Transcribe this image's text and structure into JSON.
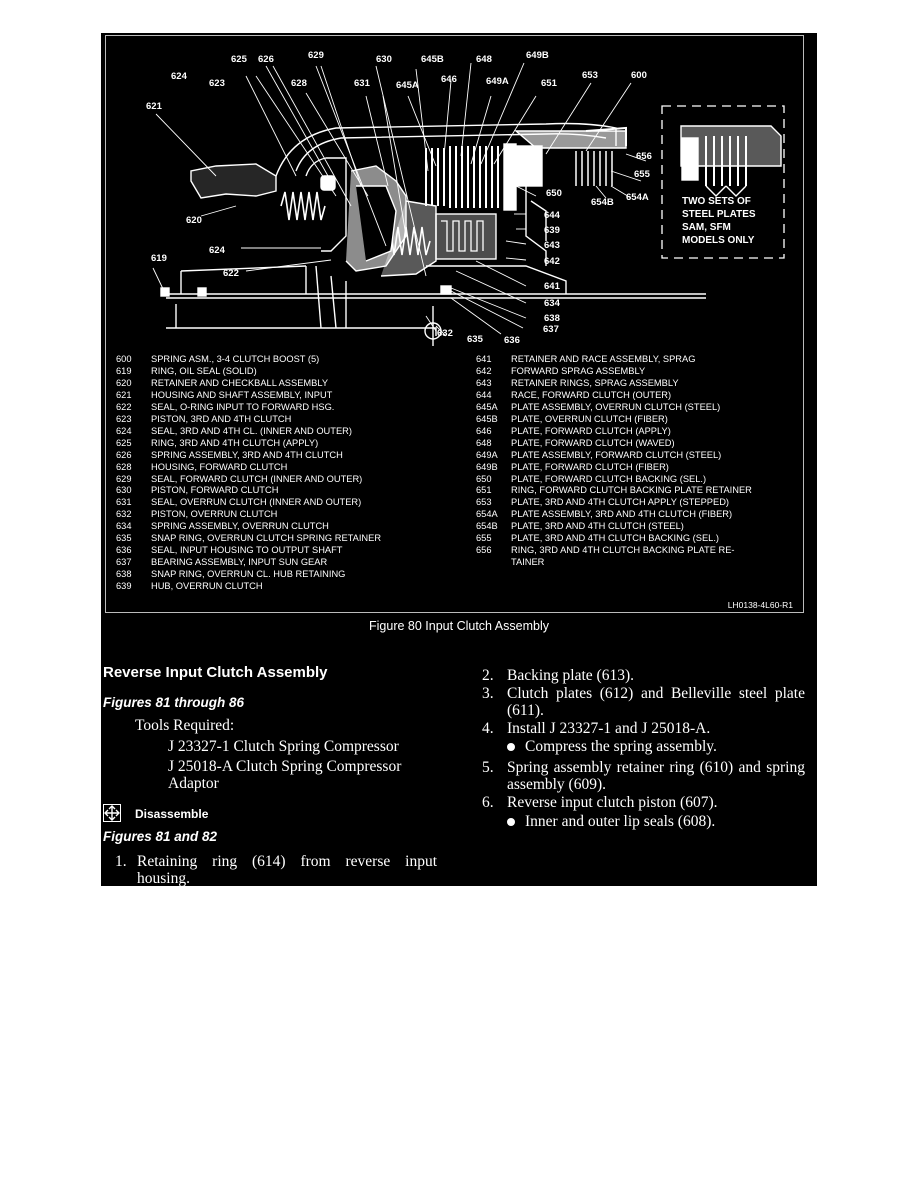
{
  "figure": {
    "callouts": [
      "625",
      "626",
      "629",
      "630",
      "645B",
      "648",
      "649B",
      "624",
      "623",
      "628",
      "631",
      "645A",
      "646",
      "649A",
      "651",
      "653",
      "600",
      "621",
      "656",
      "655",
      "650",
      "654B",
      "654A",
      "620",
      "644",
      "639",
      "643",
      "642",
      "624",
      "619",
      "622",
      "641",
      "634",
      "638",
      "637",
      "632",
      "635",
      "636"
    ],
    "inset_text": [
      "TWO SETS OF",
      "STEEL PLATES",
      "SAM, SFM",
      "MODELS ONLY"
    ],
    "legend_left": [
      {
        "num": "600",
        "text": "SPRING ASM., 3-4 CLUTCH BOOST (5)"
      },
      {
        "num": "619",
        "text": "RING, OIL SEAL (SOLID)"
      },
      {
        "num": "620",
        "text": "RETAINER AND CHECKBALL ASSEMBLY"
      },
      {
        "num": "621",
        "text": "HOUSING AND SHAFT ASSEMBLY, INPUT"
      },
      {
        "num": "622",
        "text": "SEAL, O-RING INPUT TO FORWARD HSG."
      },
      {
        "num": "623",
        "text": "PISTON, 3RD AND 4TH CLUTCH"
      },
      {
        "num": "624",
        "text": "SEAL, 3RD AND 4TH CL. (INNER AND OUTER)"
      },
      {
        "num": "625",
        "text": "RING, 3RD AND 4TH CLUTCH (APPLY)"
      },
      {
        "num": "626",
        "text": "SPRING ASSEMBLY, 3RD AND 4TH CLUTCH"
      },
      {
        "num": "628",
        "text": "HOUSING, FORWARD CLUTCH"
      },
      {
        "num": "629",
        "text": "SEAL, FORWARD CLUTCH (INNER AND OUTER)"
      },
      {
        "num": "630",
        "text": "PISTON, FORWARD CLUTCH"
      },
      {
        "num": "631",
        "text": "SEAL, OVERRUN CLUTCH (INNER AND OUTER)"
      },
      {
        "num": "632",
        "text": "PISTON, OVERRUN CLUTCH"
      },
      {
        "num": "634",
        "text": "SPRING ASSEMBLY, OVERRUN CLUTCH"
      },
      {
        "num": "635",
        "text": "SNAP RING, OVERRUN CLUTCH SPRING RETAINER"
      },
      {
        "num": "636",
        "text": "SEAL, INPUT HOUSING TO OUTPUT SHAFT"
      },
      {
        "num": "637",
        "text": "BEARING ASSEMBLY, INPUT SUN GEAR"
      },
      {
        "num": "638",
        "text": "SNAP RING, OVERRUN CL. HUB RETAINING"
      },
      {
        "num": "639",
        "text": "HUB, OVERRUN CLUTCH"
      }
    ],
    "legend_right": [
      {
        "num": "641",
        "text": "RETAINER AND RACE ASSEMBLY, SPRAG"
      },
      {
        "num": "642",
        "text": "FORWARD SPRAG ASSEMBLY"
      },
      {
        "num": "643",
        "text": "RETAINER RINGS, SPRAG ASSEMBLY"
      },
      {
        "num": "644",
        "text": "RACE, FORWARD CLUTCH (OUTER)"
      },
      {
        "num": "645A",
        "text": "PLATE ASSEMBLY, OVERRUN CLUTCH (STEEL)"
      },
      {
        "num": "645B",
        "text": "PLATE, OVERRUN CLUTCH (FIBER)"
      },
      {
        "num": "646",
        "text": "PLATE, FORWARD CLUTCH (APPLY)"
      },
      {
        "num": "648",
        "text": "PLATE, FORWARD CLUTCH (WAVED)"
      },
      {
        "num": "649A",
        "text": "PLATE ASSEMBLY, FORWARD CLUTCH (STEEL)"
      },
      {
        "num": "649B",
        "text": "PLATE, FORWARD CLUTCH (FIBER)"
      },
      {
        "num": "650",
        "text": "PLATE, FORWARD CLUTCH BACKING (SEL.)"
      },
      {
        "num": "651",
        "text": "RING, FORWARD CLUTCH BACKING PLATE RETAINER"
      },
      {
        "num": "653",
        "text": "PLATE, 3RD AND 4TH CLUTCH APPLY (STEPPED)"
      },
      {
        "num": "654A",
        "text": "PLATE ASSEMBLY, 3RD AND 4TH CLUTCH (FIBER)"
      },
      {
        "num": "654B",
        "text": "PLATE, 3RD AND 4TH CLUTCH (STEEL)"
      },
      {
        "num": "655",
        "text": "PLATE, 3RD AND 4TH CLUTCH BACKING (SEL.)"
      },
      {
        "num": "656",
        "text": "RING, 3RD AND 4TH CLUTCH BACKING PLATE RE-"
      },
      {
        "num": "",
        "text": "TAINER"
      }
    ],
    "code": "LH0138-4L60-R1",
    "caption": "Figure 80 Input Clutch Assembly"
  },
  "left": {
    "heading": "Reverse Input Clutch Assembly",
    "figref1": "Figures 81 through 86",
    "tools_label": "Tools Required:",
    "tool1": "J 23327-1 Clutch Spring Compressor",
    "tool2a": "J 25018-A Clutch Spring Compressor",
    "tool2b": "Adaptor",
    "disassemble": "Disassemble",
    "figref2": "Figures 81 and 82",
    "step1_num": "1.",
    "step1a": "Retaining ring (614) from reverse input",
    "step1b": "housing."
  },
  "right": {
    "steps": [
      {
        "num": "2.",
        "lines": [
          "Backing plate (613)."
        ]
      },
      {
        "num": "3.",
        "lines": [
          "Clutch plates (612) and Belleville steel plate",
          "(611)."
        ]
      },
      {
        "num": "4.",
        "lines": [
          "Install J 23327-1 and J 25018-A."
        ]
      },
      {
        "num": "",
        "bullet": "Compress the spring assembly."
      },
      {
        "num": "5.",
        "lines": [
          "Spring assembly retainer ring (610) and spring",
          "assembly (609)."
        ]
      },
      {
        "num": "6.",
        "lines": [
          "Reverse input clutch piston (607)."
        ]
      },
      {
        "num": "",
        "bullet": "Inner and outer lip seals (608)."
      }
    ]
  }
}
